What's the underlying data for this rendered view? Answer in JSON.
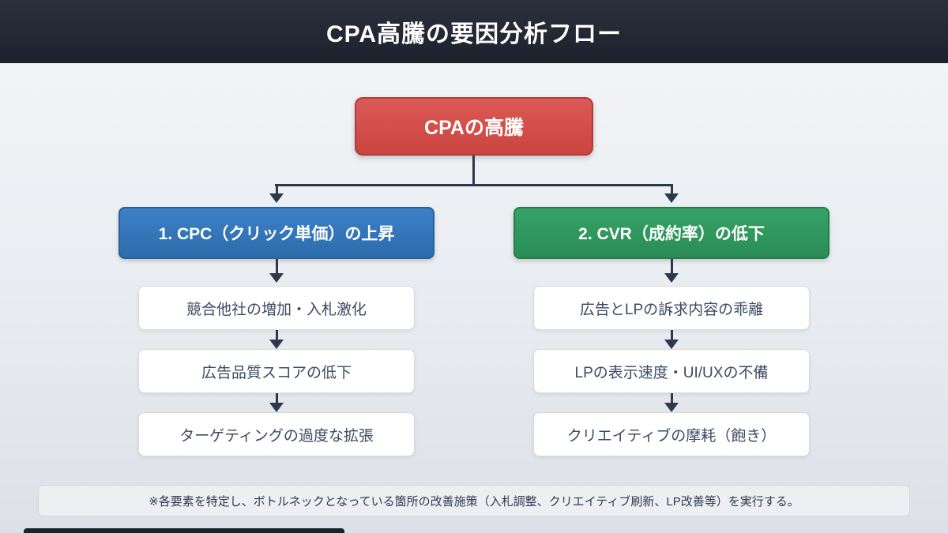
{
  "header": {
    "title": "CPA高騰の要因分析フロー"
  },
  "root": {
    "label": "CPAの高騰",
    "color": "#cb4440"
  },
  "branches": [
    {
      "label": "1. CPC（クリック単価）の上昇",
      "color": "#2e74b5",
      "children": [
        "競合他社の増加・入札激化",
        "広告品質スコアの低下",
        "ターゲティングの過度な拡張"
      ]
    },
    {
      "label": "2. CVR（成約率）の低下",
      "color": "#2f9e62",
      "children": [
        "広告とLPの訴求内容の乖離",
        "LPの表示速度・UI/UXの不備",
        "クリエイティブの摩耗（飽き）"
      ]
    }
  ],
  "note": "※各要素を特定し、ボトルネックとなっている箇所の改善施策（入札調整、クリエイティブ刷新、LP改善等）を実行する。",
  "connector_color": "#2c394b"
}
